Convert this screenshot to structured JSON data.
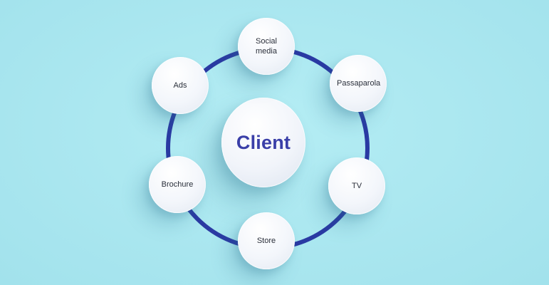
{
  "diagram": {
    "center": {
      "label": "Client"
    },
    "nodes": [
      {
        "id": "social-media",
        "label": "Social media"
      },
      {
        "id": "passaparola",
        "label": "Passaparola"
      },
      {
        "id": "tv",
        "label": "TV"
      },
      {
        "id": "store",
        "label": "Store"
      },
      {
        "id": "brochure",
        "label": "Brochure"
      },
      {
        "id": "ads",
        "label": "Ads"
      }
    ],
    "colors": {
      "background": "#ade9f1",
      "ring": "#2a3aa3",
      "center_text": "#3a3fa8",
      "node_text": "#2a2f3a"
    }
  }
}
